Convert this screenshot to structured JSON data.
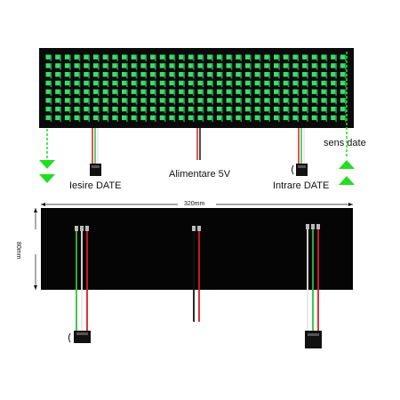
{
  "labels": {
    "output_data": "Iesire DATE",
    "power": "Alimentare 5V",
    "input_data": "Intrare DATE",
    "data_direction": "sens date"
  },
  "dimensions": {
    "width": "320mm",
    "height": "80mm"
  },
  "colors": {
    "led_green": "#3ddc6a",
    "panel": "#0a0a0a",
    "arrow_green": "#22dd22",
    "wire_red": "#d81e1e",
    "wire_white": "#e8e8e8",
    "wire_green": "#2fbf3a",
    "wire_black": "#111111"
  },
  "icons": {
    "direction_arrows": "triangle-arrow-icon",
    "connector": "jst-connector-icon"
  }
}
